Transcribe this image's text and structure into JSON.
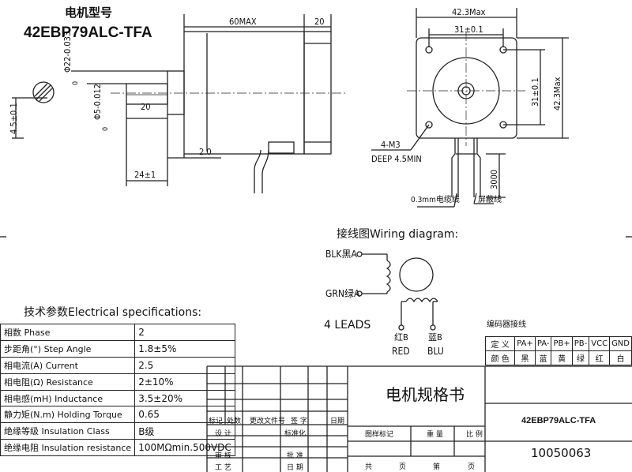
{
  "header": {
    "model_label": "电机型号",
    "model_name": "42EBP79ALC-TFA"
  },
  "drawing": {
    "side_view": {
      "length": "60MAX",
      "flange": "20",
      "pilot_dia": "Φ22-0.033",
      "pilot_tol_top": "0",
      "shaft_dia": "Φ5-0.012",
      "shaft_tol_top": "0",
      "shaft_flat": "20",
      "flat_height": "4.5±0.1",
      "pilot_depth": "2.0",
      "shaft_length": "24±1"
    },
    "front_view": {
      "width_max": "42.3Max",
      "hole_spacing": "31±0.1",
      "hole_spacing_v": "31±0.1",
      "height_max": "42.3Max",
      "screw": "4-M3",
      "screw_depth": "DEEP 4.5MIN",
      "cable_length": "3000",
      "cable_label": "0.3mm电缆线",
      "shield_label": "屏蔽线"
    },
    "wiring": {
      "title": "接线图Wiring diagram:",
      "blk": "BLK黑A",
      "grn": "GRN绿A",
      "leads": "4 LEADS",
      "red_cn": "红B",
      "red": "RED",
      "blu_cn": "蓝B",
      "blu": "BLU"
    }
  },
  "specs": {
    "title": "技术参数Electrical specifications:",
    "rows": [
      {
        "label": "相数 Phase",
        "value": "2"
      },
      {
        "label": "步距角(°)   Step Angle",
        "value": "1.8±5%"
      },
      {
        "label": "相电流(A)   Current",
        "value": "2.5"
      },
      {
        "label": "相电阻(Ω)   Resistance",
        "value": "2±10%"
      },
      {
        "label": "相电感(mH)   Inductance",
        "value": "3.5±20%"
      },
      {
        "label": "静力矩(N.m)   Holding Torque",
        "value": "0.65"
      },
      {
        "label": "绝缘等级   Insulation Class",
        "value": "B级"
      },
      {
        "label": "绝缘电阻   Insulation resistance",
        "value": "100MΩmin.500VDC"
      }
    ]
  },
  "encoder": {
    "title": "编码器接线",
    "row1": [
      "定 义",
      "PA+",
      "PA-",
      "PB+",
      "PB-",
      "VCC",
      "GND"
    ],
    "row2": [
      "颜 色",
      "黑",
      "蓝",
      "黄",
      "绿",
      "红",
      "白"
    ]
  },
  "title_block": {
    "heading": "电机规格书",
    "model": "42EBP79ALC-TFA",
    "doc_no": "10050063",
    "rev_headers": [
      "标记",
      "处数",
      "更改文件号",
      "签 字",
      "日期"
    ],
    "design": "设 计",
    "standard": "标准化",
    "check": "审 核",
    "approve": "批 准",
    "process": "工 艺",
    "date": "日 期",
    "stage_mark": "图样标记",
    "weight": "重 量",
    "scale": "比 例",
    "total": "共",
    "page_a": "页",
    "page_no": "第",
    "page_b": "页"
  }
}
